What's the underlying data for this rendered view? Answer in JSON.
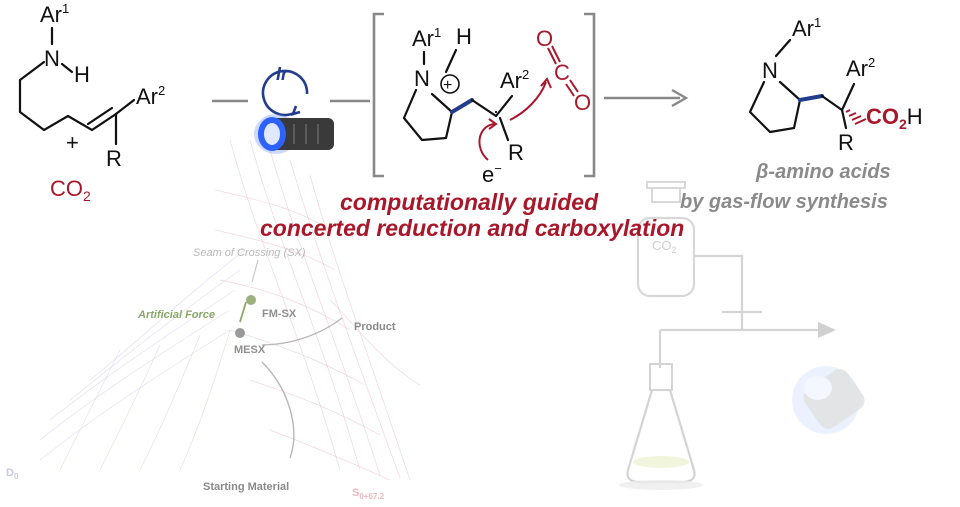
{
  "reactant": {
    "ar1": "Ar",
    "ar1_sup": "1",
    "n": "N",
    "h": "H",
    "ar2": "Ar",
    "ar2_sup": "2",
    "r": "R",
    "plus": "+",
    "co2_c": "CO",
    "co2_sub": "2"
  },
  "catalyst": {
    "label": "Ir"
  },
  "intermediate": {
    "ar1": "Ar",
    "ar1_sup": "1",
    "n": "N",
    "h": "H",
    "plus_sign": "+",
    "ar2": "Ar",
    "ar2_sup": "2",
    "r": "R",
    "electron": "e",
    "electron_sup": "−",
    "co2_o1": "O",
    "co2_c": "C",
    "co2_o2": "O"
  },
  "product": {
    "ar1": "Ar",
    "ar1_sup": "1",
    "n": "N",
    "ar2": "Ar",
    "ar2_sup": "2",
    "r": "R",
    "co2h_c": "CO",
    "co2h_sub": "2",
    "co2h_h": "H"
  },
  "captions": {
    "beta_amino_acids": "β-amino acids",
    "gas_flow": "by gas-flow synthesis",
    "guided": "computationally guided",
    "concerted": "concerted reduction and carboxylation"
  },
  "energy_surface": {
    "seam": "Seam of Crossing (SX)",
    "artificial_force": "Artificial Force",
    "fm_sx": "FM-SX",
    "mesx": "MESX",
    "product": "Product",
    "starting_material": "Starting Material",
    "d0": "D",
    "d0_sub": "0",
    "s0": "S",
    "s0_sub": "0+67.2"
  },
  "apparatus": {
    "cylinder_label": "CO",
    "cylinder_sub": "2"
  },
  "colors": {
    "accent_red": "#a8182a",
    "bond_blue": "#233d8c",
    "grey_text": "#8a8a8a",
    "force_green": "#8aa86a"
  }
}
